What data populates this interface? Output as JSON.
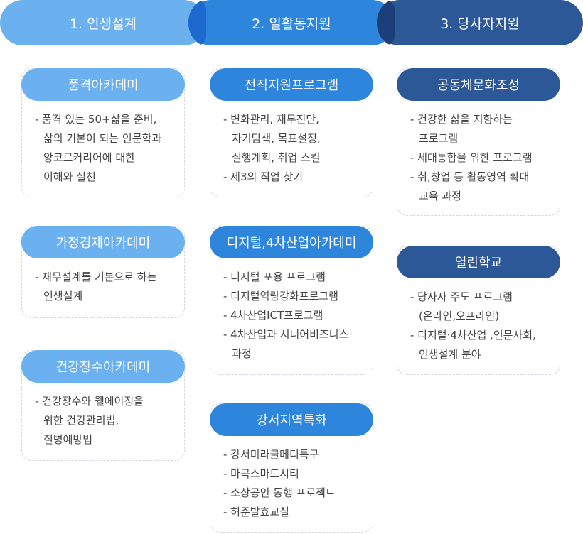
{
  "steps": [
    {
      "label": "1. 인생설계"
    },
    {
      "label": "2. 일활동지원"
    },
    {
      "label": "3. 당사자지원"
    }
  ],
  "col1": [
    {
      "title": "품격아카데미",
      "items": [
        "- 품격 있는 50+삶을 준비,",
        "삶의 기본이 되는 인문학과",
        "앙코르커리어에 대한",
        "이해와 실천"
      ]
    },
    {
      "title": "가정경제아카데미",
      "items": [
        "- 재무설계를 기본으로 하는",
        "인생설계"
      ]
    },
    {
      "title": "건강장수아카데미",
      "items": [
        "- 건강장수와 웰에이징을",
        "위한 건강관리법,",
        "질병예방법"
      ]
    }
  ],
  "col2": [
    {
      "title": "전직지원프로그램",
      "items": [
        "- 변화관리, 재무진단,",
        "자기탐색, 목표설정,",
        "실행계획, 취업 스킬",
        "-  제3의 직업 찾기"
      ]
    },
    {
      "title": "디지털,4차산업아카데미",
      "items": [
        "- 디지털 포용 프로그램",
        "- 디지털역량강화프로그램",
        "- 4차산업ICT프로그램",
        "- 4차산업과 시니어비즈니스",
        "과정"
      ]
    },
    {
      "title": "강서지역특화",
      "items": [
        "- 강서미라클메디특구",
        "- 마곡스마트시티",
        "- 소상공인 동행 프로젝트",
        "-  허준발효교실"
      ]
    }
  ],
  "col3": [
    {
      "title": "공동체문화조성",
      "items": [
        "- 건강한 삶을 지향하는",
        "프로그램",
        "- 세대통합을 위한  프로그램",
        "- 취,창업 등 활동영역 확대",
        "교육 과정"
      ]
    },
    {
      "title": "열린학교",
      "items": [
        "- 당사자 주도 프로그램",
        "(온라인,오프라인)",
        "- 디지털·4차산업 ,인문사회,",
        "인생설계 분야"
      ]
    }
  ]
}
